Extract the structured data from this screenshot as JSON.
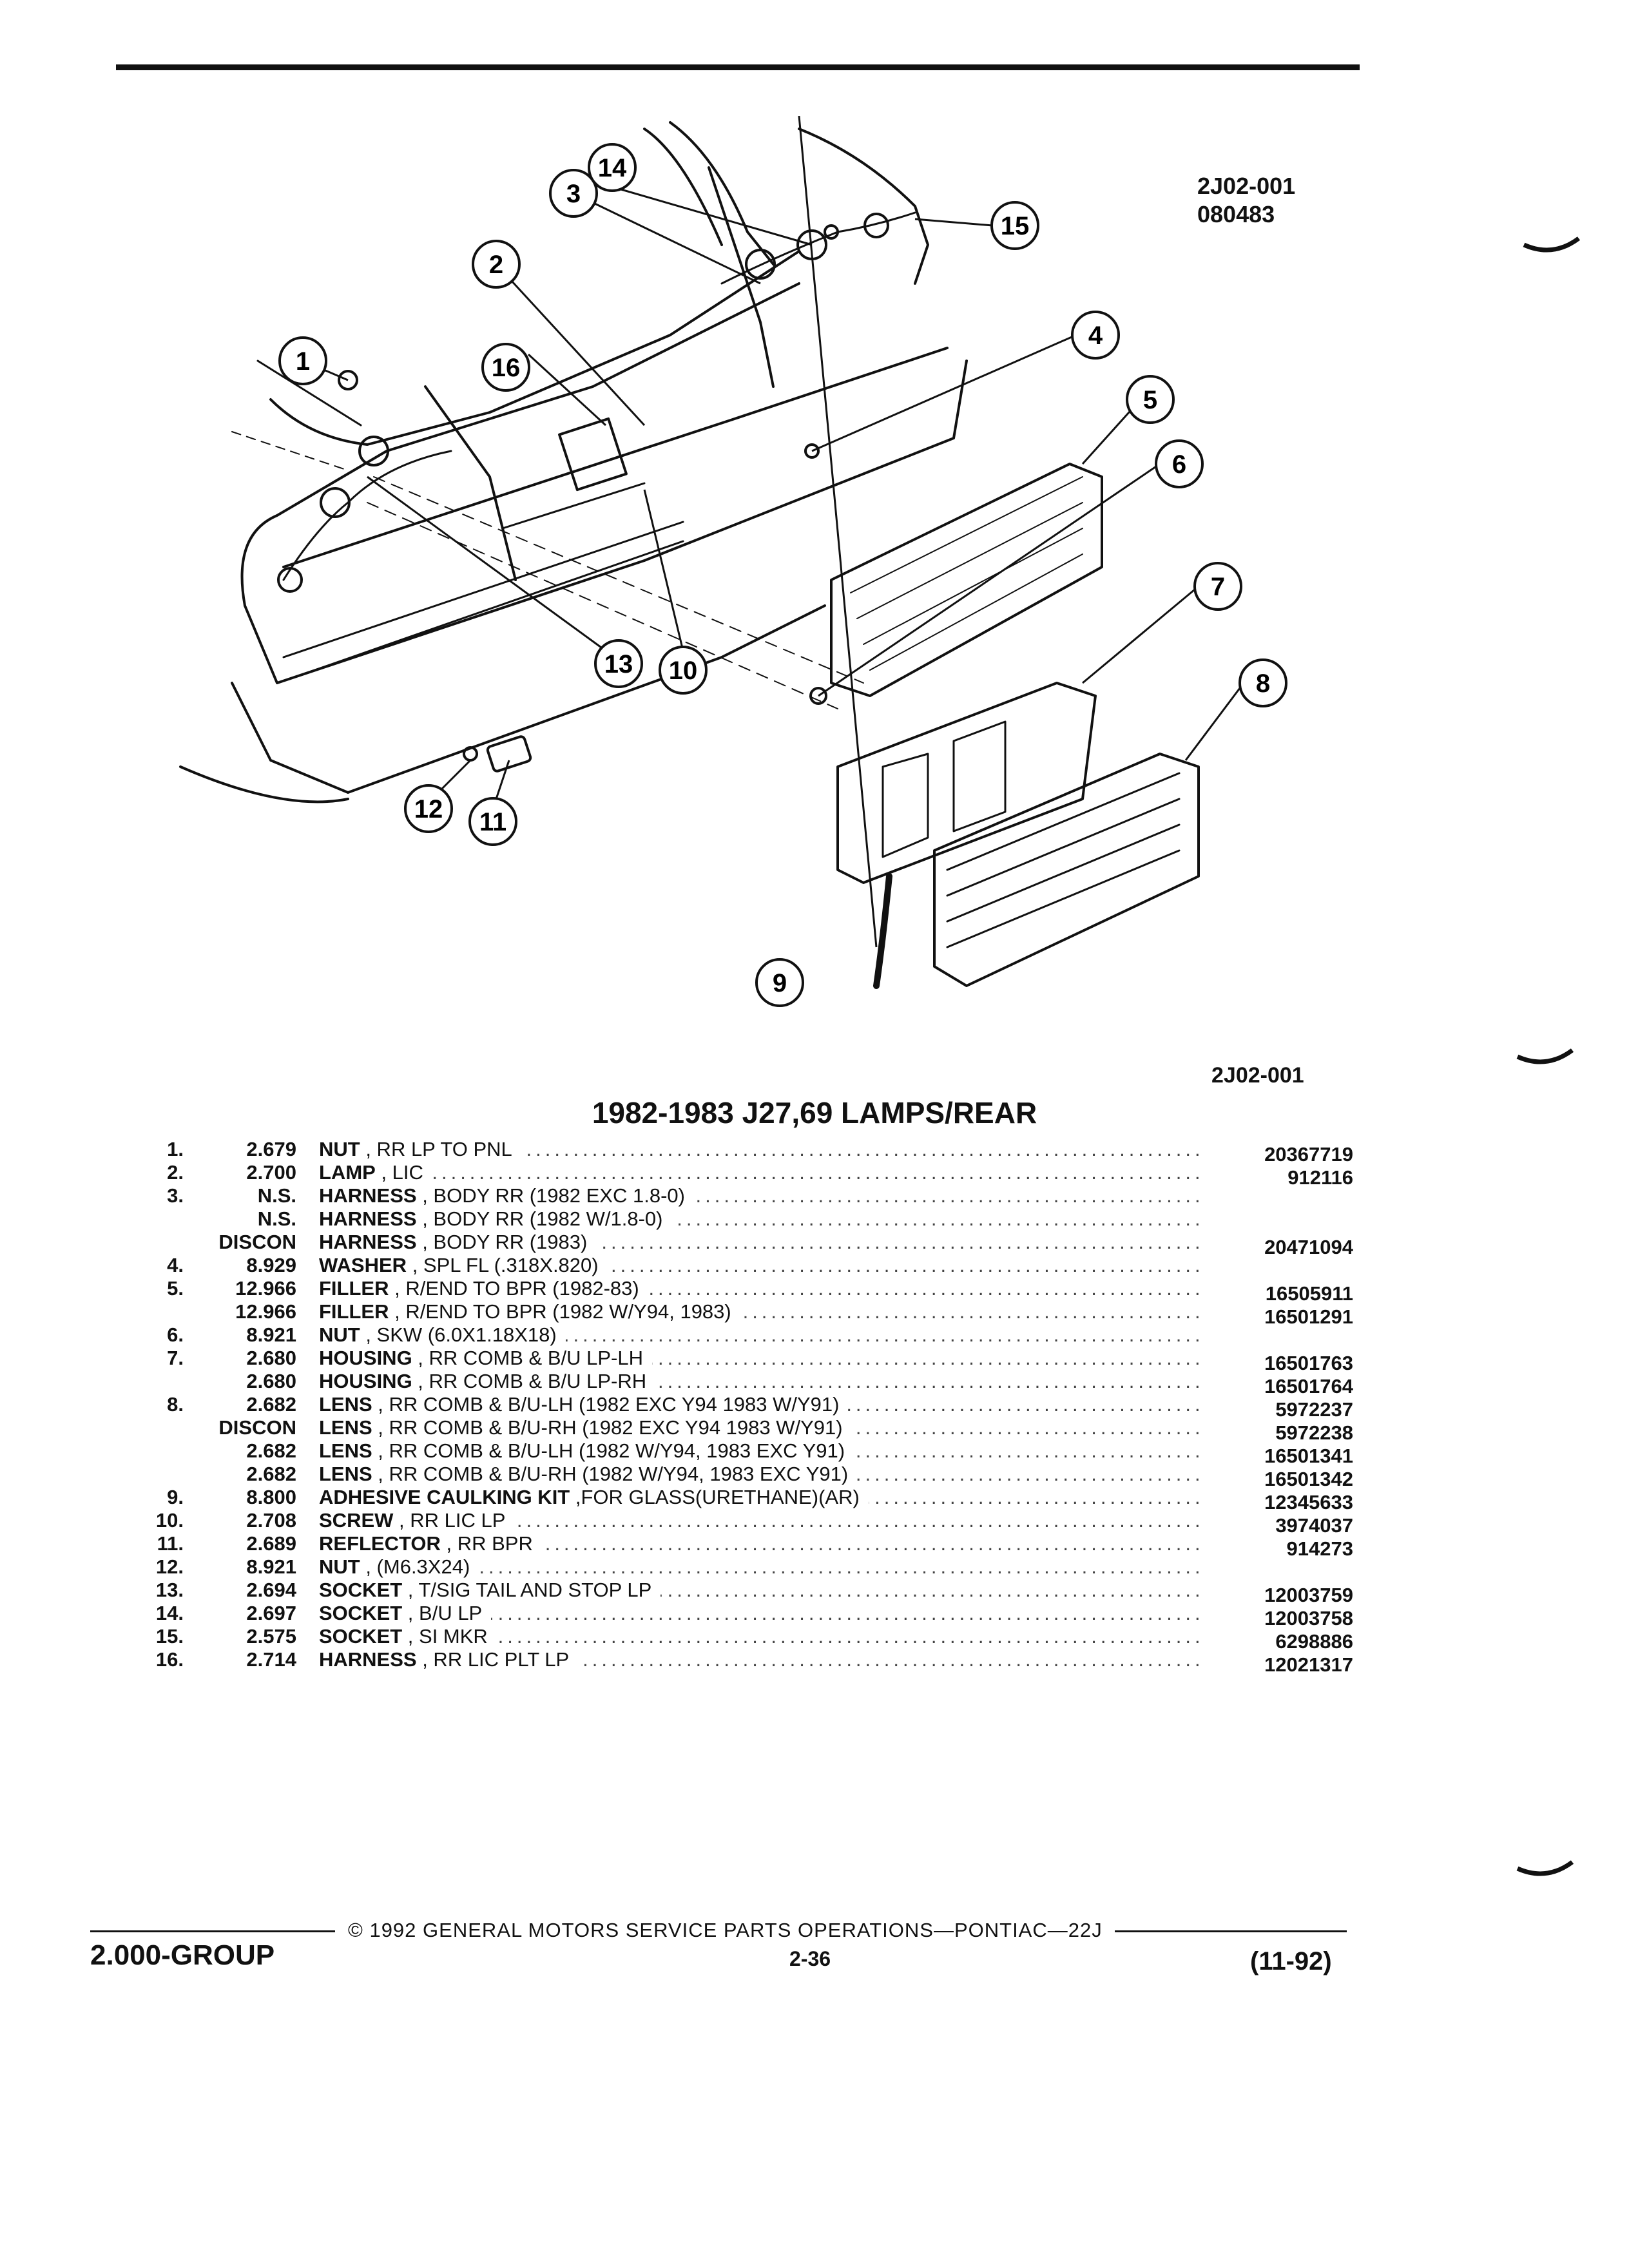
{
  "diagram": {
    "code_top": "2J02-001",
    "code_date": "080483",
    "code_bottom": "2J02-001",
    "callouts": [
      "1",
      "2",
      "3",
      "4",
      "5",
      "6",
      "7",
      "8",
      "9",
      "10",
      "11",
      "12",
      "13",
      "14",
      "15",
      "16"
    ]
  },
  "title": "1982-1983 J27,69 LAMPS/REAR",
  "parts": [
    {
      "index": "1.",
      "group": "2.679",
      "name": "NUT",
      "desc": " , RR LP TO PNL",
      "part": "20367719"
    },
    {
      "index": "2.",
      "group": "2.700",
      "name": "LAMP",
      "desc": " , LIC",
      "part": "912116"
    },
    {
      "index": "3.",
      "group": "N.S.",
      "name": "HARNESS",
      "desc": " , BODY RR (1982 EXC 1.8-0)",
      "part": ""
    },
    {
      "index": "",
      "group": "N.S.",
      "name": "HARNESS",
      "desc": " , BODY RR (1982 W/1.8-0)",
      "part": ""
    },
    {
      "index": "",
      "group": "DISCON",
      "name": "HARNESS",
      "desc": " , BODY RR (1983)",
      "part": "20471094"
    },
    {
      "index": "4.",
      "group": "8.929",
      "name": "WASHER",
      "desc": " , SPL FL (.318X.820)",
      "part": ""
    },
    {
      "index": "5.",
      "group": "12.966",
      "name": "FILLER",
      "desc": " , R/END TO BPR (1982-83)",
      "part": "16505911"
    },
    {
      "index": "",
      "group": "12.966",
      "name": "FILLER",
      "desc": " , R/END TO BPR (1982 W/Y94, 1983)",
      "part": "16501291"
    },
    {
      "index": "6.",
      "group": "8.921",
      "name": "NUT",
      "desc": " , SKW (6.0X1.18X18)",
      "part": ""
    },
    {
      "index": "7.",
      "group": "2.680",
      "name": "HOUSING",
      "desc": " , RR COMB & B/U LP-LH",
      "part": "16501763"
    },
    {
      "index": "",
      "group": "2.680",
      "name": "HOUSING",
      "desc": " , RR COMB & B/U LP-RH",
      "part": "16501764"
    },
    {
      "index": "8.",
      "group": "2.682",
      "name": "LENS",
      "desc": " , RR COMB & B/U-LH (1982 EXC Y94 1983 W/Y91)",
      "part": "5972237"
    },
    {
      "index": "",
      "group": "DISCON",
      "name": "LENS",
      "desc": " , RR COMB & B/U-RH (1982 EXC Y94 1983 W/Y91)",
      "part": "5972238"
    },
    {
      "index": "",
      "group": "2.682",
      "name": "LENS",
      "desc": " , RR COMB & B/U-LH (1982 W/Y94, 1983 EXC Y91)",
      "part": "16501341"
    },
    {
      "index": "",
      "group": "2.682",
      "name": "LENS",
      "desc": " , RR COMB & B/U-RH (1982 W/Y94, 1983 EXC Y91)",
      "part": "16501342"
    },
    {
      "index": "9.",
      "group": "8.800",
      "name": "ADHESIVE CAULKING KIT",
      "desc": " ,FOR GLASS(URETHANE)(AR)",
      "part": "12345633"
    },
    {
      "index": "10.",
      "group": "2.708",
      "name": "SCREW",
      "desc": " , RR LIC LP",
      "part": "3974037"
    },
    {
      "index": "11.",
      "group": "2.689",
      "name": "REFLECTOR",
      "desc": " , RR BPR",
      "part": "914273"
    },
    {
      "index": "12.",
      "group": "8.921",
      "name": "NUT",
      "desc": " , (M6.3X24)",
      "part": ""
    },
    {
      "index": "13.",
      "group": "2.694",
      "name": "SOCKET",
      "desc": " , T/SIG TAIL AND STOP LP",
      "part": "12003759"
    },
    {
      "index": "14.",
      "group": "2.697",
      "name": "SOCKET",
      "desc": " , B/U LP",
      "part": "12003758"
    },
    {
      "index": "15.",
      "group": "2.575",
      "name": "SOCKET",
      "desc": " , SI MKR",
      "part": "6298886"
    },
    {
      "index": "16.",
      "group": "2.714",
      "name": "HARNESS",
      "desc": " , RR LIC PLT LP",
      "part": "12021317"
    }
  ],
  "footer": {
    "group": "2.000-GROUP",
    "copyright": "© 1992 GENERAL MOTORS SERVICE PARTS OPERATIONS—PONTIAC—22J",
    "page": "2-36",
    "date": "(11-92)"
  }
}
